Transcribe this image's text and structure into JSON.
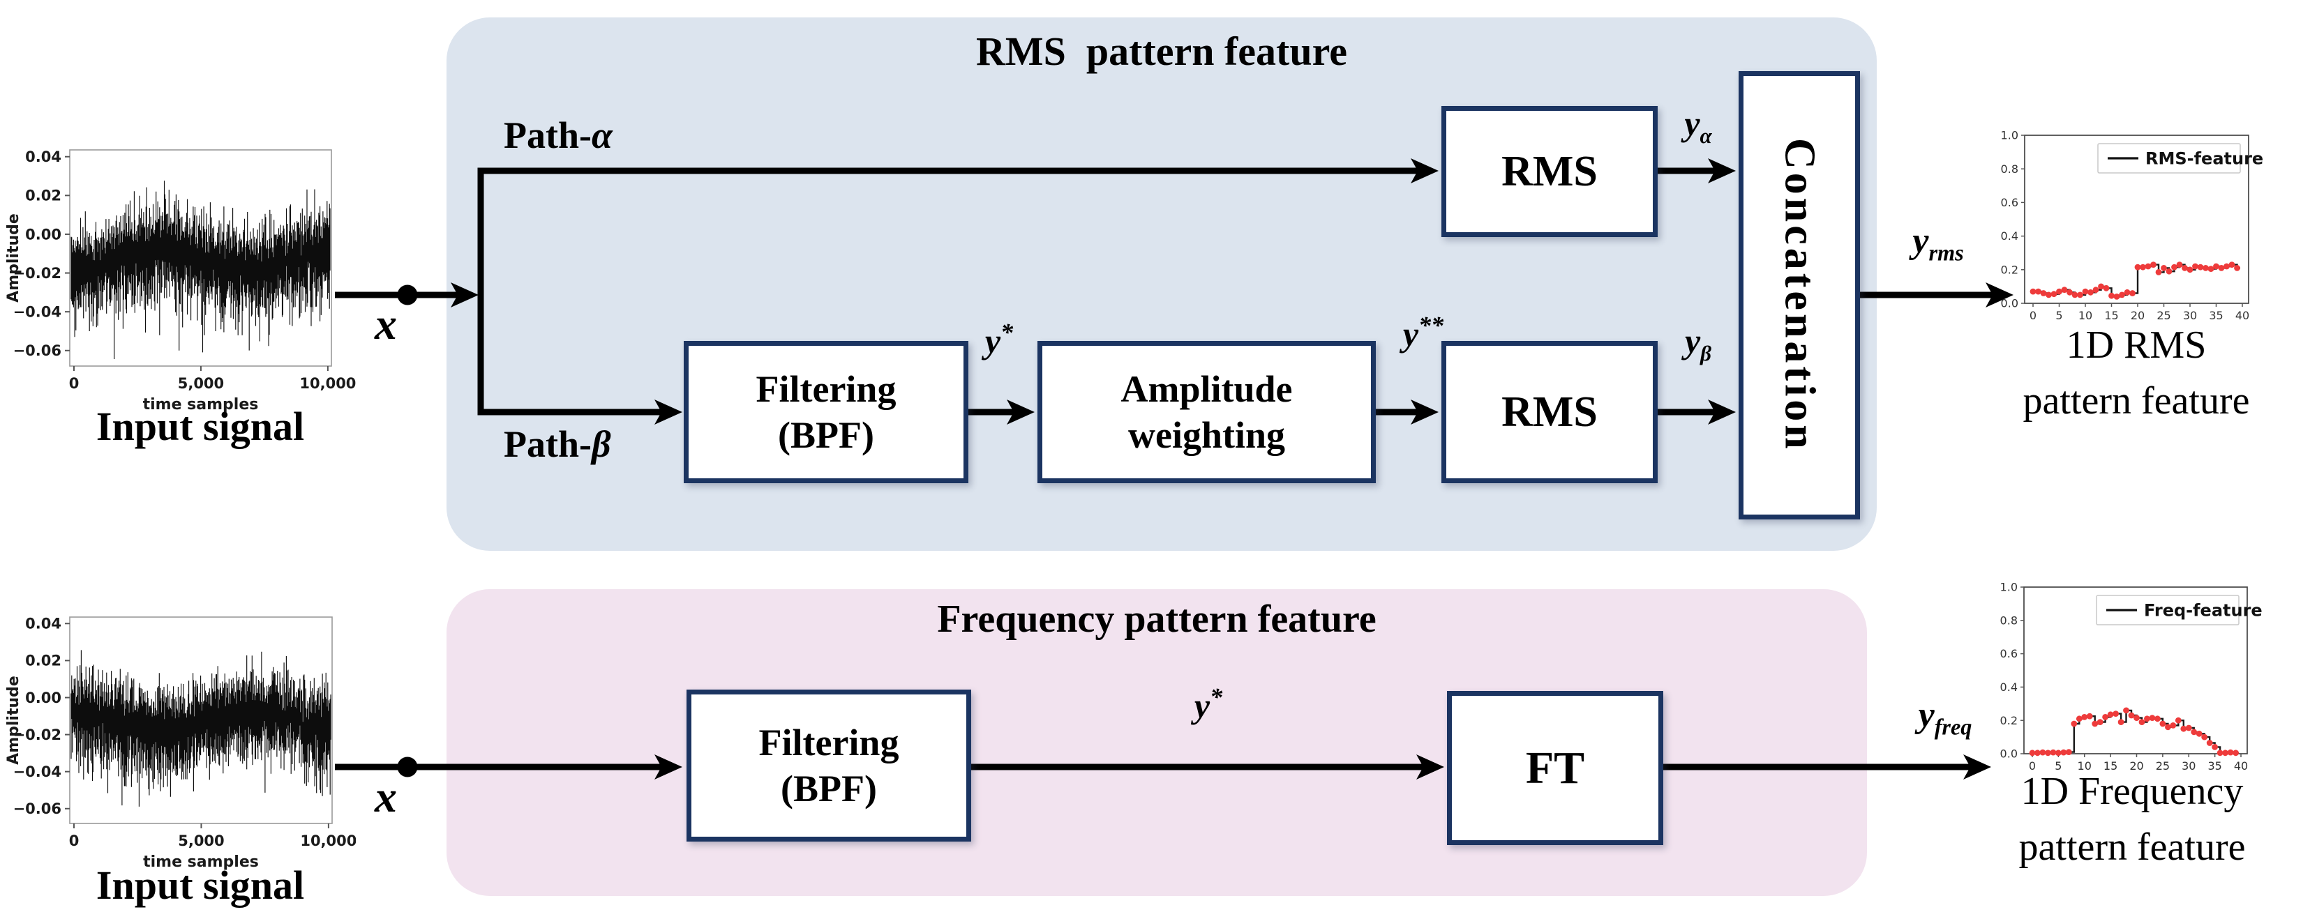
{
  "colors": {
    "panel_blue": "#dce4ee",
    "panel_pink": "#f2e3ef",
    "box_border": "#1b3461",
    "arrow_black": "#000000",
    "marker_red": "#ee3b3b",
    "step_line": "#1a1a1a",
    "small_axis_frame": "#444444",
    "wave_axis_frame": "#9a9a9a",
    "tick_text": "#333333"
  },
  "top_section": {
    "panel_title": "RMS  pattern feature",
    "input_caption": "Input signal",
    "input_symbol": "x",
    "path_alpha": {
      "prefix": "Path-",
      "symbol": "α"
    },
    "path_beta": {
      "prefix": "Path-",
      "symbol": "β"
    },
    "boxes": {
      "rms_alpha": "RMS",
      "filtering_l1": "Filtering",
      "filtering_l2": "(BPF)",
      "amplitude_l1": "Amplitude",
      "amplitude_l2": "weighting",
      "rms_beta": "RMS",
      "concatenation": "Concatenation"
    },
    "signals": {
      "y_star": {
        "base": "y",
        "sup": "*"
      },
      "y_double_star": {
        "base": "y",
        "sup": "**"
      },
      "y_alpha": {
        "base": "y",
        "sub": "α"
      },
      "y_beta": {
        "base": "y",
        "sub": "β"
      },
      "y_rms": {
        "base": "y",
        "sub": "rms"
      }
    },
    "output_caption_l1": "1D RMS",
    "output_caption_l2": "pattern feature"
  },
  "bottom_section": {
    "panel_title": "Frequency pattern feature",
    "input_caption": "Input signal",
    "input_symbol": "x",
    "boxes": {
      "filtering_l1": "Filtering",
      "filtering_l2": "(BPF)",
      "ft": "FT"
    },
    "signals": {
      "y_star": {
        "base": "y",
        "sup": "*"
      },
      "y_freq": {
        "base": "y",
        "sub": "freq"
      }
    },
    "output_caption_l1": "1D Frequency",
    "output_caption_l2": "pattern feature"
  },
  "chart_data": [
    {
      "id": "input-waveform-top",
      "type": "line",
      "subtype": "noise-waveform",
      "xlabel": "time samples",
      "ylabel": "Amplitude",
      "xlim": [
        -165,
        10140
      ],
      "ylim": [
        -0.068,
        0.0435
      ],
      "xticks": {
        "labels": [
          "0",
          "5,000",
          "10,000"
        ],
        "values": [
          0,
          5000,
          10000
        ]
      },
      "yticks": {
        "labels": [
          "0.04",
          "0.02",
          "0.00",
          "−0.02",
          "−0.04",
          "−0.06"
        ],
        "values": [
          0.04,
          0.02,
          0,
          -0.02,
          -0.04,
          -0.06
        ]
      },
      "description": "10,000-sample black noise waveform, mean ≈ −0.015, envelope ≈ +0.03 to −0.065"
    },
    {
      "id": "input-waveform-bottom",
      "type": "line",
      "subtype": "noise-waveform",
      "xlabel": "time samples",
      "ylabel": "Amplitude",
      "xlim": [
        -165,
        10140
      ],
      "ylim": [
        -0.068,
        0.0435
      ],
      "xticks": {
        "labels": [
          "0",
          "5,000",
          "10,000"
        ],
        "values": [
          0,
          5000,
          10000
        ]
      },
      "yticks": {
        "labels": [
          "0.04",
          "0.02",
          "0.00",
          "−0.02",
          "−0.04",
          "−0.06"
        ],
        "values": [
          0.04,
          0.02,
          0,
          -0.02,
          -0.04,
          -0.06
        ]
      },
      "description": "10,000-sample black noise waveform, mean ≈ −0.015, envelope ≈ +0.03 to −0.065"
    },
    {
      "id": "rms-feature-chart",
      "type": "line",
      "style": "steps-post",
      "legend": "RMS-feature",
      "xlim": [
        -1.6,
        41.2
      ],
      "ylim": [
        0,
        1
      ],
      "xticks": [
        0,
        5,
        10,
        15,
        20,
        25,
        30,
        35,
        40
      ],
      "ytick_labels": [
        "0.0",
        "0.2",
        "0.4",
        "0.6",
        "0.8",
        "1.0"
      ],
      "values": [
        0.07,
        0.07,
        0.06,
        0.05,
        0.055,
        0.07,
        0.08,
        0.065,
        0.05,
        0.05,
        0.07,
        0.065,
        0.08,
        0.1,
        0.09,
        0.045,
        0.04,
        0.05,
        0.065,
        0.06,
        0.215,
        0.215,
        0.22,
        0.23,
        0.185,
        0.21,
        0.19,
        0.215,
        0.23,
        0.21,
        0.2,
        0.22,
        0.215,
        0.21,
        0.205,
        0.22,
        0.21,
        0.22,
        0.23,
        0.21
      ]
    },
    {
      "id": "freq-feature-chart",
      "type": "line",
      "style": "steps-post",
      "legend": "Freq-feature",
      "xlim": [
        -1.6,
        41.2
      ],
      "ylim": [
        0,
        1
      ],
      "xticks": [
        0,
        5,
        10,
        15,
        20,
        25,
        30,
        35,
        40
      ],
      "ytick_labels": [
        "0.0",
        "0.2",
        "0.4",
        "0.6",
        "0.8",
        "1.0"
      ],
      "values": [
        0.005,
        0.005,
        0.008,
        0.005,
        0.008,
        0.005,
        0.008,
        0.01,
        0.18,
        0.21,
        0.22,
        0.225,
        0.18,
        0.19,
        0.22,
        0.235,
        0.24,
        0.19,
        0.26,
        0.23,
        0.215,
        0.19,
        0.21,
        0.215,
        0.21,
        0.18,
        0.16,
        0.17,
        0.2,
        0.15,
        0.155,
        0.13,
        0.12,
        0.1,
        0.065,
        0.04,
        0.005,
        0.005,
        0.008,
        0.005
      ]
    }
  ]
}
